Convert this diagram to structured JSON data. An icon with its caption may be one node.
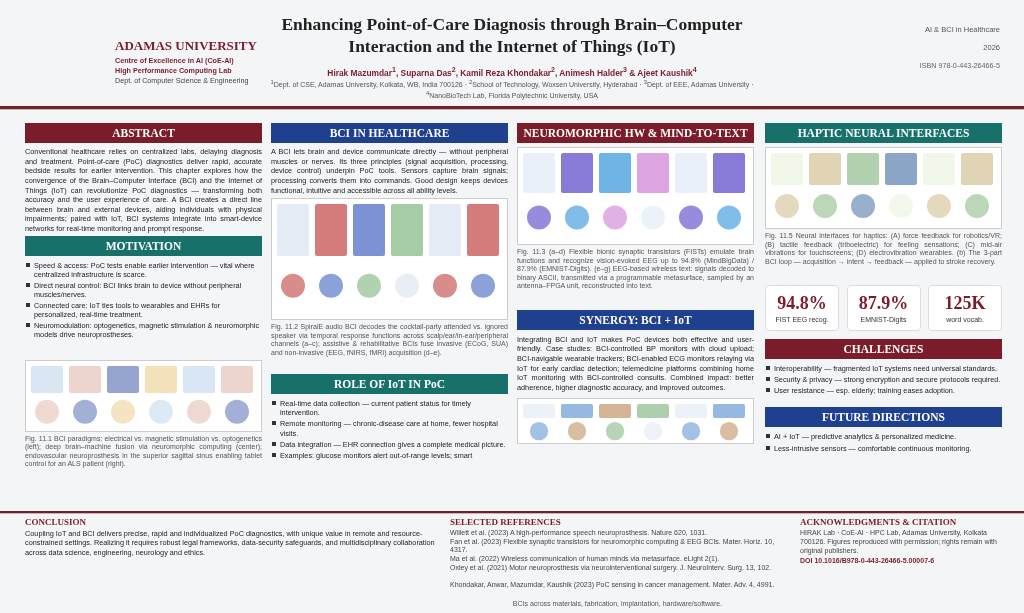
{
  "diagram": {
    "title": "Enhancing Point-of-Care Diagnosis through Brain–Computer Interaction and the Internet of Things (IoT)",
    "nodes": [
      {
        "text": [
          "ABSTRACT"
        ]
      },
      {
        "text": [
          "MOTIVATION"
        ]
      },
      {
        "text": [
          "BCI IN HEALTHCARE"
        ]
      },
      {
        "text": [
          "ROLE OF IoT IN PoC"
        ]
      },
      {
        "text": [
          "NEUROMORPHIC HW & MIND-TO-TEXT"
        ]
      },
      {
        "text": [
          "SYNERGY: BCI + IoT"
        ]
      },
      {
        "text": [
          "HAPTIC NEURAL INTERFACES"
        ]
      },
      {
        "text": [
          "94.8%",
          "FIST EEG recog."
        ]
      },
      {
        "text": [
          "87.9%",
          "EMNIST-Digits"
        ]
      },
      {
        "text": [
          "125K",
          "word vocab."
        ]
      },
      {
        "text": [
          "CHALLENGES"
        ]
      },
      {
        "text": [
          "FUTURE DIRECTIONS"
        ]
      }
    ],
    "labels": [
      "ADAMAS UNIVERSITY",
      "Centre of Excellence in AI (CoE-AI)",
      "High Performance Computing Lab",
      "Dept. of Computer Science & Engineering",
      "Hirak Mazumdar$^{1}$, Suparna Das$^{2}$, Kamil Reza Khondakar$^{2}$, Animesh Halder$^{3}$ & Ajeet Kaushik$^{4}$",
      "$^{1}$Dept. of CSE, Adamas University, Kolkata, WB, India 700126 · $^{2}$School of Technology, Woxsen University, Hyderabad · $^{3}$Dept. of EEE, Adamas University · $^{4}$NanoBioTech Lab, Florida Polytechnic University, USA",
      "AI & BCI in Healthcare",
      "2026",
      "ISBN 978-0-443-26466-5",
      "Conventional healthcare relies on centralized labs, delaying diagnosis and treatment. Point-of-care (PoC) diagnostics deliver rapid, accurate bedside results for earlier intervention. This chapter explores how the convergence of the Brain–Computer Interface (BCI) and the Internet of Things (IoT) can revolutionize PoC diagnostics — transforming both accuracy and the user experience of care. A BCI creates a direct line between brain and external devices, aiding individuals with physical impairments; paired with IoT, BCI systems integrate into smart-device networks for real-time monitoring and prompt response.",
      "Speed & access: PoC tests enable earlier intervention — vital where centralized infrastructure is scarce.",
      "Direct neural control: BCI links brain to device without peripheral muscles/nerves.",
      "Connected care: IoT ties tools to wearables and EHRs for personalized, real-time treatment.",
      "Neuromodulation: optogenetics, magnetic stimulation & neuromorphic models drive neuroprostheses.",
      "Fig. 11.1  BCI paradigms: electrical vs. magnetic stimulation vs. optogenetics (left); deep brain–machine fusion via neuromorphic computing (center); endovascular neuroprosthesis in the superior sagittal sinus enabling tablet control for an ALS patient (right).",
      "A BCI lets brain and device communicate directly — without peripheral muscles or nerves. Its three principles (signal acquisition, processing, device control) underpin PoC tools. Sensors capture brain signals; processing converts them into commands. Good design keeps devices functional, intuitive and accessible across all ability levels.",
      "Fig. 11.2  SpiralE audio BCI decodes the cocktail-party attended vs. ignored speaker via temporal response functions across scalp/ear/in-ear/peripheral channels (a–c); assistive & rehabilitative BCIs fuse invasive (ECoG, SUA) and non-invasive (EEG, fNIRS, fMRI) acquisition (d–e).",
      "Real-time data collection — current patient status for timely intervention.",
      "Remote monitoring — chronic-disease care at home, fewer hospital visits.",
      "Data integration — EHR connection gives a complete medical picture.",
      "Examples: glucose monitors alert out-of-range levels; smart",
      "Fig. 11.3  (a–d) Flexible bionic synaptic transistors (FISTs) emulate brain functions and recognize vision-evoked EEG up to 94.8% (MindBigData) / 87.9% (EMNIST-Digits). (e–g) EEG-based wireless text: signals decoded to binary ASCII, transmitted via a programmable metasurface, sampled by an antenna–FPGA unit, reconstructed into text.",
      "Integrating BCI and IoT makes PoC devices both effective and user-friendly. Case studies: BCI-controlled BP monitors with cloud upload; BCI-navigable wearable trackers; BCI-enabled ECG monitors relaying via IoT for early cardiac detection; telemedicine platforms combining home IoT monitoring with BCI-controlled consults. Combined impact: better adherence, higher diagnostic accuracy, and improved outcomes.",
      "Fig. 11.5  Neural interfaces for haptics: (A) force feedback for robotics/VR; (B) tactile feedback (triboelectric) for feeling sensations; (C) mid-air vibrations for touchscreens; (D) electrovibration wearables. (b) The 3-part BCI loop — acquisition → intent → feedback — applied to stroke recovery.",
      "Interoperability — fragmented IoT systems need universal standards.",
      "Security & privacy — strong encryption and secure protocols required.",
      "User resistance — esp. elderly; training eases adoption.",
      "AI + IoT — predictive analytics & personalized medicine.",
      "Less-intrusive sensors — comfortable continuous monitoring.",
      "CONCLUSION",
      "Coupling IoT and BCI delivers precise, rapid and individualized PoC diagnostics, with unique value in remote and resource-constrained settings. Realizing it requires robust legal frameworks, data-security safeguards, and multidisciplinary collaboration across data science, engineering, neurology and ethics.",
      "SELECTED REFERENCES",
      "Willett et al. (2023) A high-performance speech neuroprosthesis. Nature 620, 1031.",
      "Fan et al. (2023) Flexible synaptic transistors for neuromorphic computing & EEG BCIs. Mater. Horiz. 10, 4317.",
      "Ma et al. (2022) Wireless communication of human minds via metasurface. eLight 2(1).",
      "Oxley et al. (2021) Motor neuroprosthesis via neurointerventional surgery. J. NeuroInterv. Surg. 13, 102.",
      "Khondakar, Anwar, Mazumdar, Kaushik (2023) PoC sensing in cancer management. Mater. Adv. 4, 4991.",
      "BCIs across materials, fabrication, implantation, hardware/software.",
      "ACKNOWLEDGMENTS & CITATION",
      "HIRAK Lab · CoE-AI · HPC Lab, Adamas University, Kolkata 700126. Figures reproduced with permission; rights remain with original publishers.",
      "DOI 10.1016/B978-0-443-26466-5.00007-6"
    ]
  }
}
